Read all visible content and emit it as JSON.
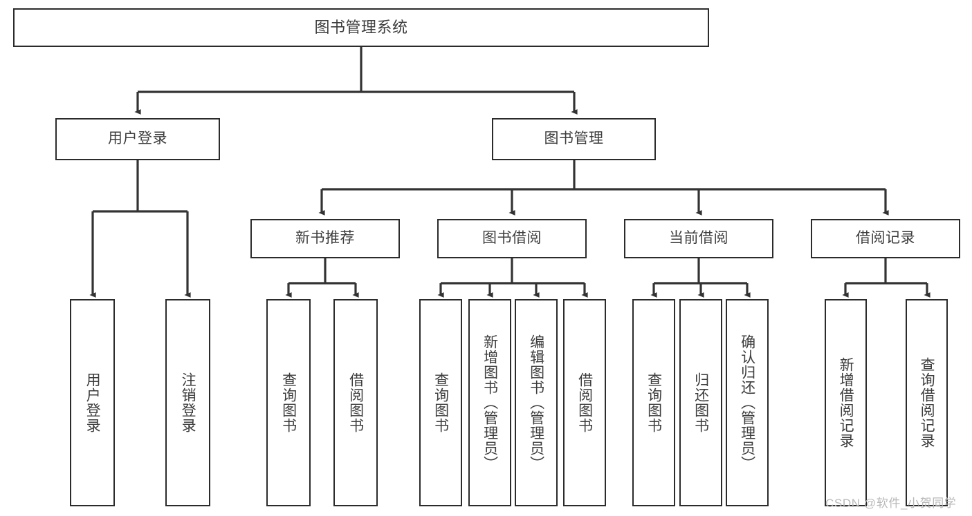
{
  "diagram": {
    "type": "tree-hierarchy-chart",
    "title": "图书管理系统",
    "orientation": "top-down",
    "colors": {
      "box_border": "#2b2b2b",
      "box_fill": "#ffffff",
      "connector": "#333333",
      "text": "#3d3d3d",
      "watermark": "#b9b9b9",
      "background": "#ffffff"
    },
    "root": {
      "label": "图书管理系统"
    },
    "level2": [
      {
        "label": "用户登录"
      },
      {
        "label": "图书管理"
      }
    ],
    "level3": [
      {
        "label": "新书推荐"
      },
      {
        "label": "图书借阅"
      },
      {
        "label": "当前借阅"
      },
      {
        "label": "借阅记录"
      }
    ],
    "leaves": {
      "user_login": [
        {
          "label": "用户登录"
        },
        {
          "label": "注销登录"
        }
      ],
      "new_book_recommend": [
        {
          "label": "查询图书"
        },
        {
          "label": "借阅图书"
        }
      ],
      "book_borrow": [
        {
          "label": "查询图书"
        },
        {
          "label": "新增图书（管理员）"
        },
        {
          "label": "编辑图书（管理员）"
        },
        {
          "label": "借阅图书"
        }
      ],
      "current_borrow": [
        {
          "label": "查询图书"
        },
        {
          "label": "归还图书"
        },
        {
          "label": "确认归还（管理员）"
        }
      ],
      "borrow_record": [
        {
          "label": "新增借阅记录"
        },
        {
          "label": "查询借阅记录"
        }
      ]
    },
    "watermark": "CSDN @软件_小贺同学"
  }
}
